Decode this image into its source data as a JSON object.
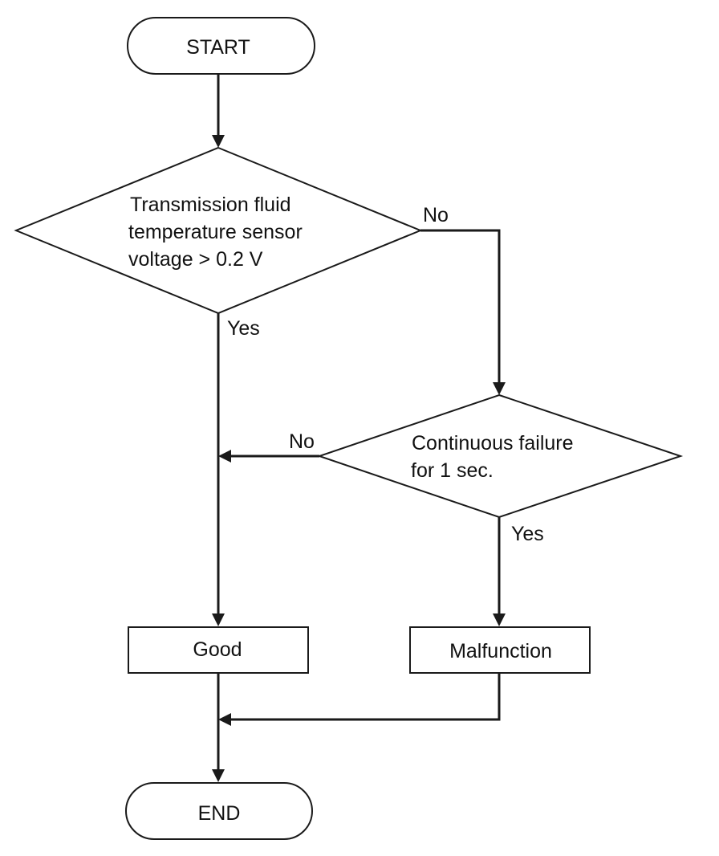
{
  "nodes": {
    "start": "START",
    "decision1": [
      "Transmission fluid",
      "temperature sensor",
      "voltage > 0.2 V"
    ],
    "decision2": [
      "Continuous failure",
      "for 1 sec."
    ],
    "good": "Good",
    "malfunction": "Malfunction",
    "end": "END"
  },
  "edges": {
    "d1_yes": "Yes",
    "d1_no": "No",
    "d2_no": "No",
    "d2_yes": "Yes"
  },
  "colors": {
    "stroke": "#1a1a1a",
    "background": "#ffffff"
  }
}
